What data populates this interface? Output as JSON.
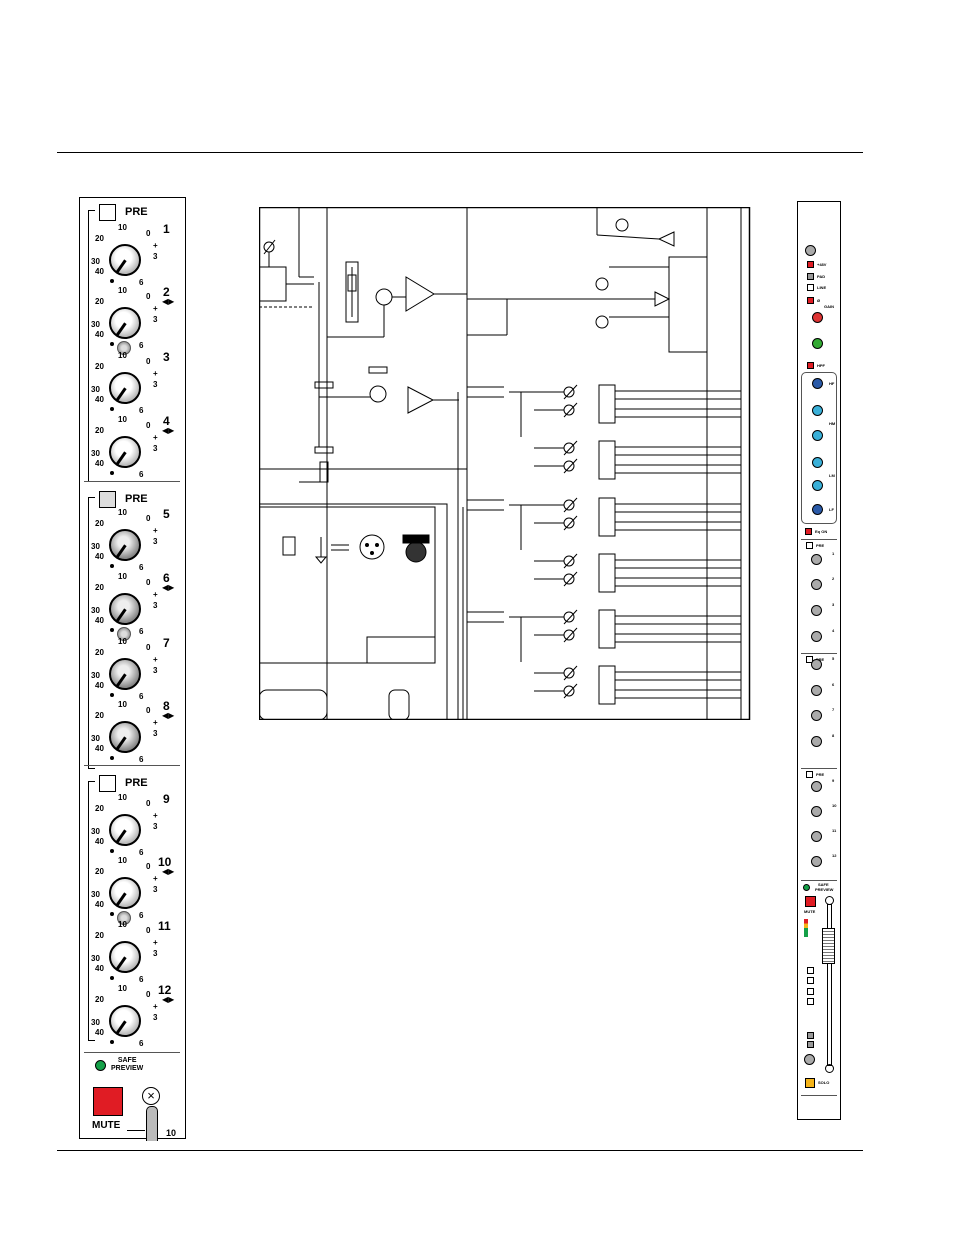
{
  "strip": {
    "pre_label": "PRE",
    "scale": {
      "s10": "10",
      "s0": "0",
      "s20": "20",
      "s30": "30",
      "s40": "40",
      "plus": "+",
      "s3": "3",
      "s6": "6"
    },
    "aux_numbers": [
      "1",
      "2",
      "3",
      "4",
      "5",
      "6",
      "7",
      "8",
      "9",
      "10",
      "11",
      "12"
    ],
    "stereo_mark": "◀▶",
    "safe_preview_line1": "SAFE",
    "safe_preview_line2": "PREVIEW",
    "mute_label": "MUTE",
    "channel_number": "10"
  },
  "thumbnail": {
    "phantom_label": "+48V",
    "pad_label": "PAD",
    "line_label": "LINE",
    "phase_label": "Ø",
    "gain_label": "GAIN",
    "hpf_label": "HPF",
    "eq_labels": [
      "HF",
      "HM",
      "LM",
      "LF"
    ],
    "eq_on_label": "Eq ON",
    "pre_label": "PRE",
    "aux_numbers": [
      "1",
      "2",
      "3",
      "4",
      "5",
      "6",
      "7",
      "8",
      "9",
      "10",
      "11",
      "12"
    ],
    "safe_label": "SAFE",
    "preview_label": "PREVIEW",
    "mute_label": "MUTE",
    "solo_label": "SOLO"
  }
}
